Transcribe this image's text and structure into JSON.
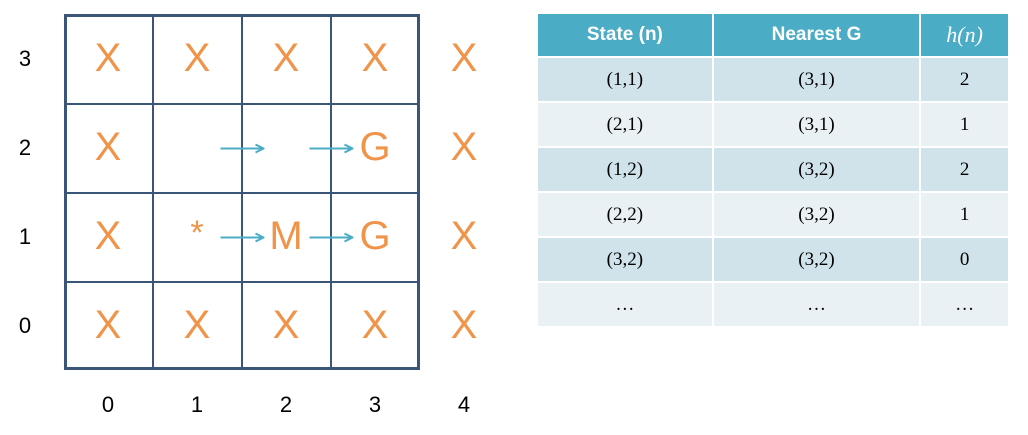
{
  "grid": {
    "rows": [
      [
        "X",
        "X",
        "X",
        "X",
        "X"
      ],
      [
        "X",
        "",
        "",
        "G",
        "X"
      ],
      [
        "X",
        "*",
        "M",
        "G",
        "X"
      ],
      [
        "X",
        "X",
        "X",
        "X",
        "X"
      ]
    ],
    "y_labels": [
      "3",
      "2",
      "1",
      "0"
    ],
    "x_labels": [
      "0",
      "1",
      "2",
      "3",
      "4"
    ],
    "arrows": [
      {
        "from": [
          1,
          1
        ],
        "to": [
          2,
          1
        ]
      },
      {
        "from": [
          2,
          1
        ],
        "to": [
          3,
          1
        ]
      },
      {
        "from": [
          1,
          2
        ],
        "to": [
          2,
          2
        ]
      },
      {
        "from": [
          2,
          2
        ],
        "to": [
          3,
          2
        ]
      }
    ],
    "colors": {
      "symbol": "#f0944a",
      "grid": "#3a5578",
      "arrow": "#4bacc6"
    }
  },
  "table": {
    "headers": [
      "State (n)",
      "Nearest G",
      "h(n)"
    ],
    "rows": [
      [
        "(1,1)",
        "(3,1)",
        "2"
      ],
      [
        "(2,1)",
        "(3,1)",
        "1"
      ],
      [
        "(1,2)",
        "(3,2)",
        "2"
      ],
      [
        "(2,2)",
        "(3,2)",
        "1"
      ],
      [
        "(3,2)",
        "(3,2)",
        "0"
      ],
      [
        "…",
        "…",
        "…"
      ]
    ],
    "colors": {
      "header": "#4bacc6",
      "row_odd": "#d0e3ea",
      "row_even": "#e9f1f4"
    }
  }
}
